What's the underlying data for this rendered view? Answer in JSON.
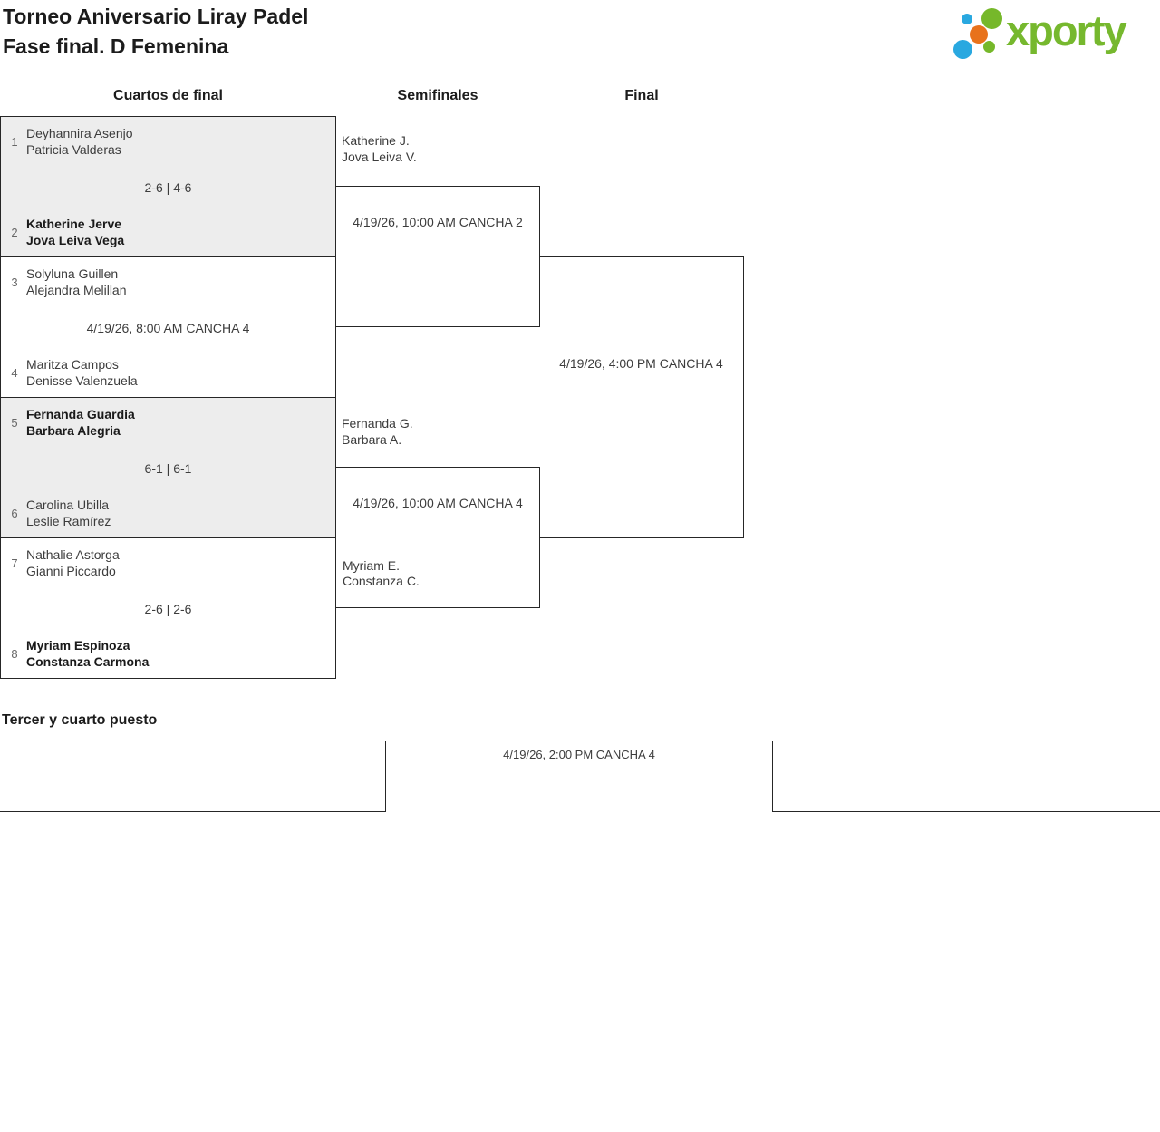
{
  "page": {
    "title_line1": "Torneo Aniversario Liray Padel",
    "title_line2": "Fase final. D Femenina"
  },
  "logo": {
    "wordmark": "xporty",
    "colors": {
      "green": "#76b82a",
      "blue": "#29a8e0",
      "orange": "#e8721c"
    }
  },
  "columns": {
    "quarterfinals": "Cuartos de final",
    "semifinals": "Semifinales",
    "final": "Final"
  },
  "bracket": {
    "quarterfinals": [
      {
        "seed_top": "1",
        "team_top": [
          "Deyhannira Asenjo",
          "Patricia Valderas"
        ],
        "center": "2-6 | 4-6",
        "seed_bottom": "2",
        "team_bottom": [
          "Katherine Jerve",
          "Jova Leiva Vega"
        ],
        "winner": "bottom"
      },
      {
        "seed_top": "3",
        "team_top": [
          "Solyluna Guillen",
          "Alejandra Melillan"
        ],
        "center": "4/19/26, 8:00 AM CANCHA 4",
        "seed_bottom": "4",
        "team_bottom": [
          "Maritza Campos",
          "Denisse Valenzuela"
        ],
        "winner": null
      },
      {
        "seed_top": "5",
        "team_top": [
          "Fernanda Guardia",
          "Barbara Alegria"
        ],
        "center": "6-1 | 6-1",
        "seed_bottom": "6",
        "team_bottom": [
          "Carolina Ubilla",
          "Leslie Ramírez"
        ],
        "winner": "top"
      },
      {
        "seed_top": "7",
        "team_top": [
          "Nathalie Astorga",
          "Gianni Piccardo"
        ],
        "center": "2-6 | 2-6",
        "seed_bottom": "8",
        "team_bottom": [
          "Myriam Espinoza",
          "Constanza Carmona"
        ],
        "winner": "bottom"
      }
    ],
    "semifinal_1": {
      "team_top": [
        "Katherine J.",
        "Jova Leiva V."
      ],
      "schedule": "4/19/26, 10:00 AM CANCHA 2"
    },
    "semifinal_2": {
      "team_top": [
        "Fernanda G.",
        "Barbara A."
      ],
      "schedule": "4/19/26, 10:00 AM CANCHA 4",
      "team_bottom": [
        "Myriam E.",
        "Constanza C."
      ]
    },
    "final": {
      "schedule": "4/19/26, 4:00 PM CANCHA 4"
    },
    "third_place": {
      "heading": "Tercer y cuarto puesto",
      "schedule": "4/19/26, 2:00 PM CANCHA 4"
    }
  },
  "styles": {
    "shaded_box": "#ededed",
    "line_color": "#262626"
  }
}
